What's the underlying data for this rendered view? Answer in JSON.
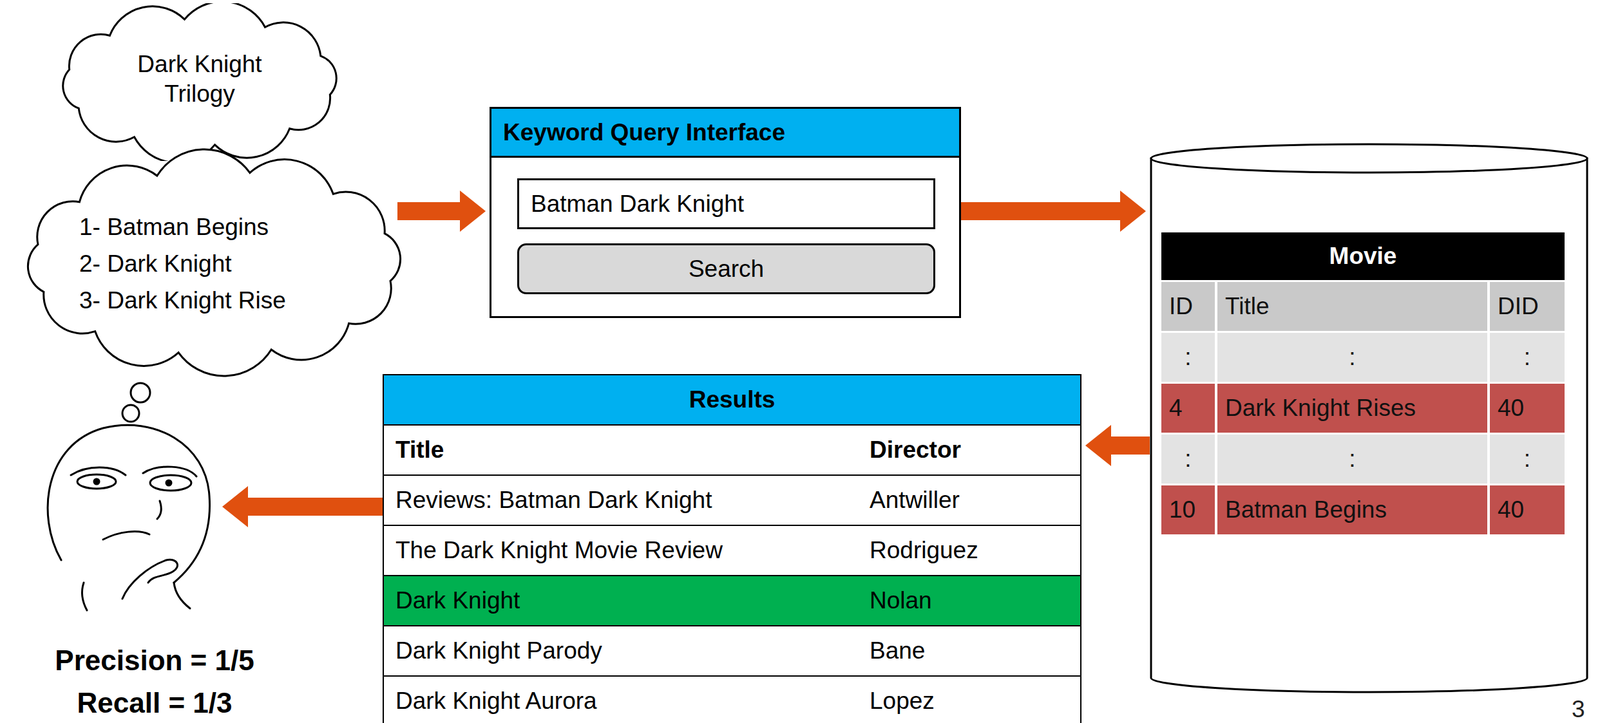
{
  "diagram": {
    "nodes": [
      {
        "text": [
          "Dark Knight Trilogy"
        ]
      },
      {
        "text": [
          "1- Batman Begins",
          "2- Dark Knight",
          "3- Dark Knight Rise"
        ]
      },
      {
        "text": [
          "Keyword Query Interface"
        ]
      },
      {
        "text": [
          "Batman Dark Knight"
        ],
        "in": 2
      },
      {
        "text": [
          "Search"
        ],
        "in": 2
      },
      {
        "text": [
          "Movie"
        ]
      },
      {
        "text": [
          "Results"
        ]
      }
    ],
    "edges": [
      {
        "from": 1,
        "to": 2,
        "arrow": "to"
      },
      {
        "from": 2,
        "to": 5,
        "arrow": "to"
      },
      {
        "from": 5,
        "to": 6,
        "arrow": "to"
      }
    ],
    "labels": [
      "ID",
      "Title",
      "DID",
      ":",
      ":",
      ":",
      "4",
      "Dark Knight Rises",
      "40",
      ":",
      ":",
      ":",
      "10",
      "Batman Begins",
      "40",
      "Title",
      "Director",
      "Reviews: Batman Dark Knight",
      "Antwiller",
      "The Dark Knight Movie Review",
      "Rodriguez",
      "Dark Knight",
      "Nolan",
      "Dark Knight Parody",
      "Bane",
      "Dark Knight Aurora",
      "Lopez",
      "Precision = 1/5",
      "Recall = 1/3",
      "3"
    ]
  }
}
